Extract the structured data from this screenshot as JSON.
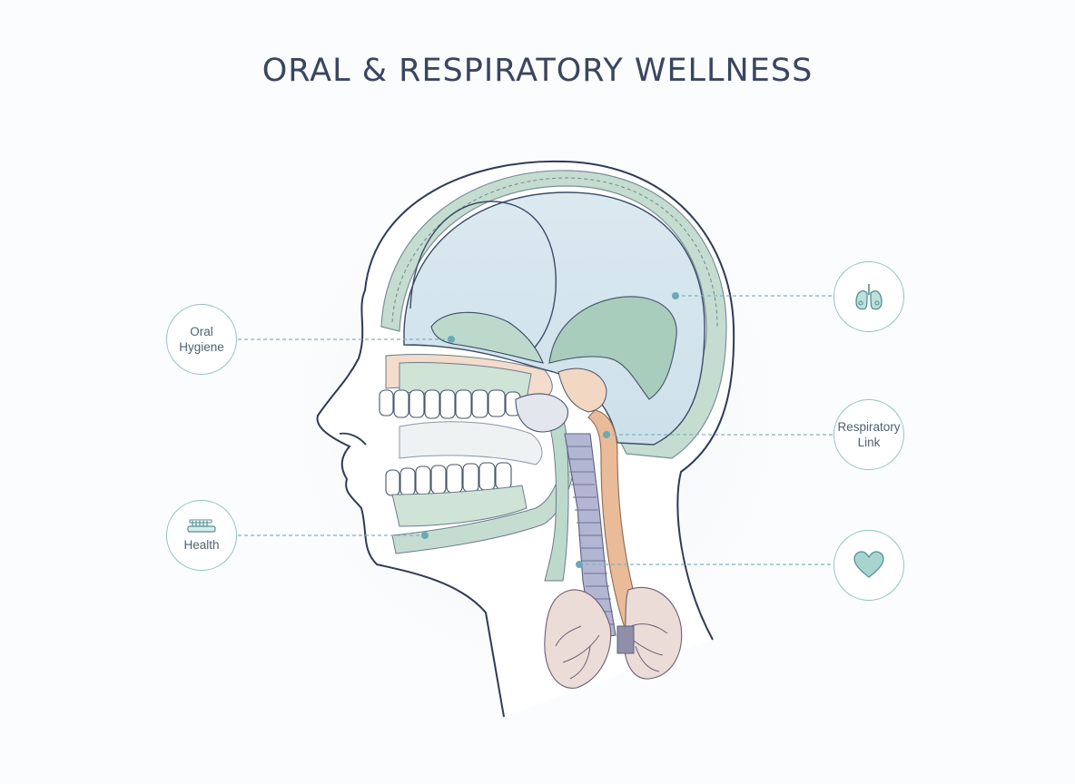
{
  "title": "ORAL & RESPIRATORY WELLNESS",
  "callouts": {
    "oral_hygiene": {
      "line1": "Oral",
      "line2": "Hygiene"
    },
    "health": {
      "label": "Health",
      "icon": "toothbrush-icon"
    },
    "lungs": {
      "icon": "lungs-icon"
    },
    "respiratory_link": {
      "line1": "Respiratory",
      "line2": "Link"
    },
    "heart": {
      "icon": "heart-icon"
    }
  },
  "colors": {
    "title": "#3a4560",
    "outline": "#2f3a55",
    "brain_fill": "#d6e6ee",
    "green": "#bcd9cc",
    "callout_ring": "#8fc3c0",
    "leader": "#7fb3c2",
    "trachea": "#a8acc8",
    "esophagus": "#e6b08a"
  }
}
